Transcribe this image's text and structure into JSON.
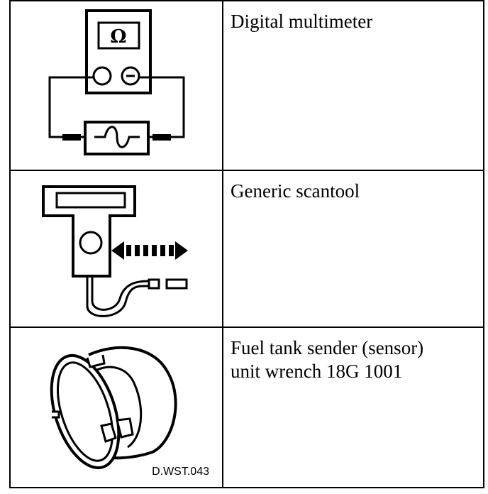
{
  "rows": [
    {
      "label": "Digital multimeter",
      "illustration": "multimeter-icon"
    },
    {
      "label": "Generic scantool",
      "illustration": "scantool-icon"
    },
    {
      "label": "Fuel tank sender (sensor)\nunit wrench 18G 1001",
      "illustration": "sender-wrench-icon"
    }
  ],
  "meter_symbol": "Ω",
  "reference": "D.WST.043"
}
